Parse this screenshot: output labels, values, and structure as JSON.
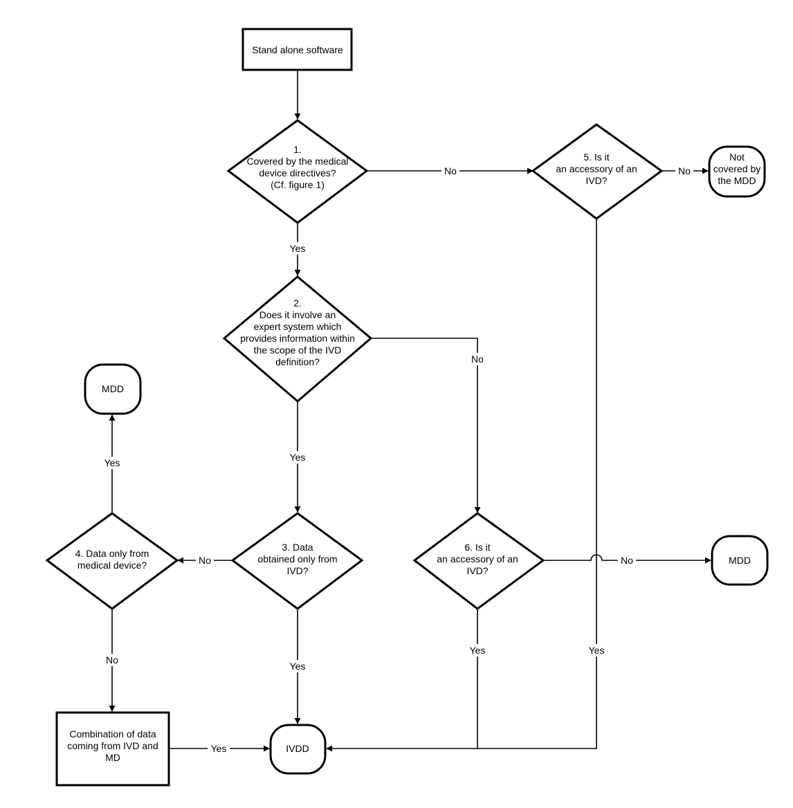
{
  "nodes": {
    "start": {
      "lines": [
        "Stand alone software"
      ]
    },
    "q1": {
      "lines": [
        "1.",
        "Covered by the medical",
        "device directives?",
        "(Cf. figure 1)"
      ]
    },
    "q2": {
      "lines": [
        "2.",
        "Does it involve an",
        "expert system which",
        "provides information within",
        "the scope of the IVD",
        "definition?"
      ]
    },
    "q3": {
      "lines": [
        "3. Data",
        "obtained only from",
        "IVD?"
      ]
    },
    "q4": {
      "lines": [
        "4. Data only from",
        "medical device?"
      ]
    },
    "q5": {
      "lines": [
        "5. Is it",
        "an accessory of an",
        "IVD?"
      ]
    },
    "q6": {
      "lines": [
        "6. Is it",
        "an accessory of an",
        "IVD?"
      ]
    },
    "not_covered": {
      "lines": [
        "Not",
        "covered by",
        "the MDD"
      ]
    },
    "mdd_top": {
      "lines": [
        "MDD"
      ]
    },
    "mdd_right": {
      "lines": [
        "MDD"
      ]
    },
    "combination": {
      "lines": [
        "Combination of data",
        "coming from IVD and",
        "MD"
      ]
    },
    "ivdd": {
      "lines": [
        "IVDD"
      ]
    }
  },
  "edge_labels": {
    "q1_no": "No",
    "q5_no": "No",
    "q1_yes": "Yes",
    "q2_no": "No",
    "q2_yes": "Yes",
    "q4_yes": "Yes",
    "q3_no": "No",
    "q6_no": "No",
    "q4_no": "No",
    "q3_yes": "Yes",
    "q6_yes": "Yes",
    "q5_yes": "Yes",
    "comb_yes": "Yes"
  }
}
